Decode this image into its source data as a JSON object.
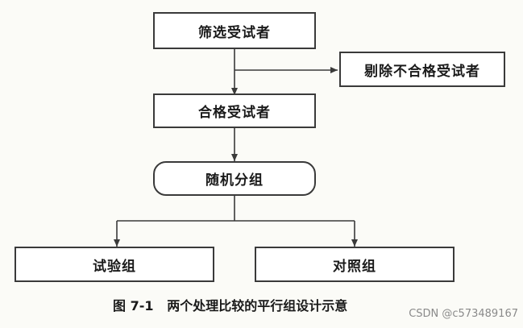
{
  "nodes": {
    "screen": "筛选受试者",
    "exclude": "剔除不合格受试者",
    "qualified": "合格受试者",
    "random": "随机分组",
    "trial": "试验组",
    "control": "对照组"
  },
  "caption": {
    "figure": "图 7-1",
    "title": "两个处理比较的平行组设计示意"
  },
  "watermark": "CSDN @c573489167"
}
